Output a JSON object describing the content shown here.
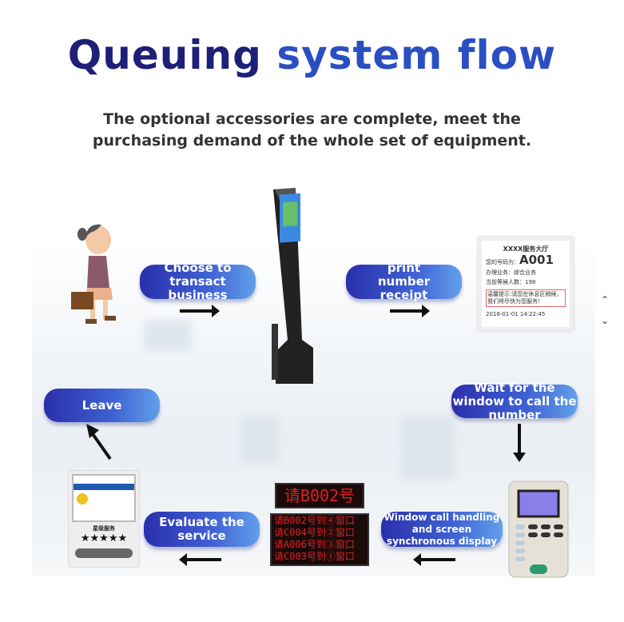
{
  "title": {
    "part1": "Queuing",
    "part2": "system flow"
  },
  "subtitle": {
    "line1": "The optional accessories are complete, meet the",
    "line2": "purchasing demand of the whole set of equipment."
  },
  "steps": {
    "choose": "Choose to transact business",
    "print": "print number receipt",
    "wait": "Wait for the window to call the number",
    "window": "Window call handling and screen synchronous display",
    "evaluate": "Evaluate the service",
    "leave": "Leave"
  },
  "ticket": {
    "header": "XXXX服务大厅",
    "number_label": "您的号码为：",
    "number": "A001",
    "business_label": "办理业务：",
    "business": "综合业务",
    "waiting_label": "当前等候人数：",
    "waiting": "198",
    "notice": "温馨提示:请您在休息区稍候，我们将尽快为您服务！",
    "datetime": "2018-01-01 14:22:45"
  },
  "led": {
    "main": "请B002号",
    "rows": [
      "请B002号到④窗口",
      "请C004号到②窗口",
      "请A006号到③窗口",
      "请C003号到①窗口"
    ]
  },
  "evaluator": {
    "label": "星级服务",
    "stars": "★★★★★"
  },
  "colors": {
    "title_dark": "#1e1f78",
    "title_blue": "#2b4fc2",
    "pill_start": "#2a2faa",
    "pill_end": "#62a0ea"
  }
}
